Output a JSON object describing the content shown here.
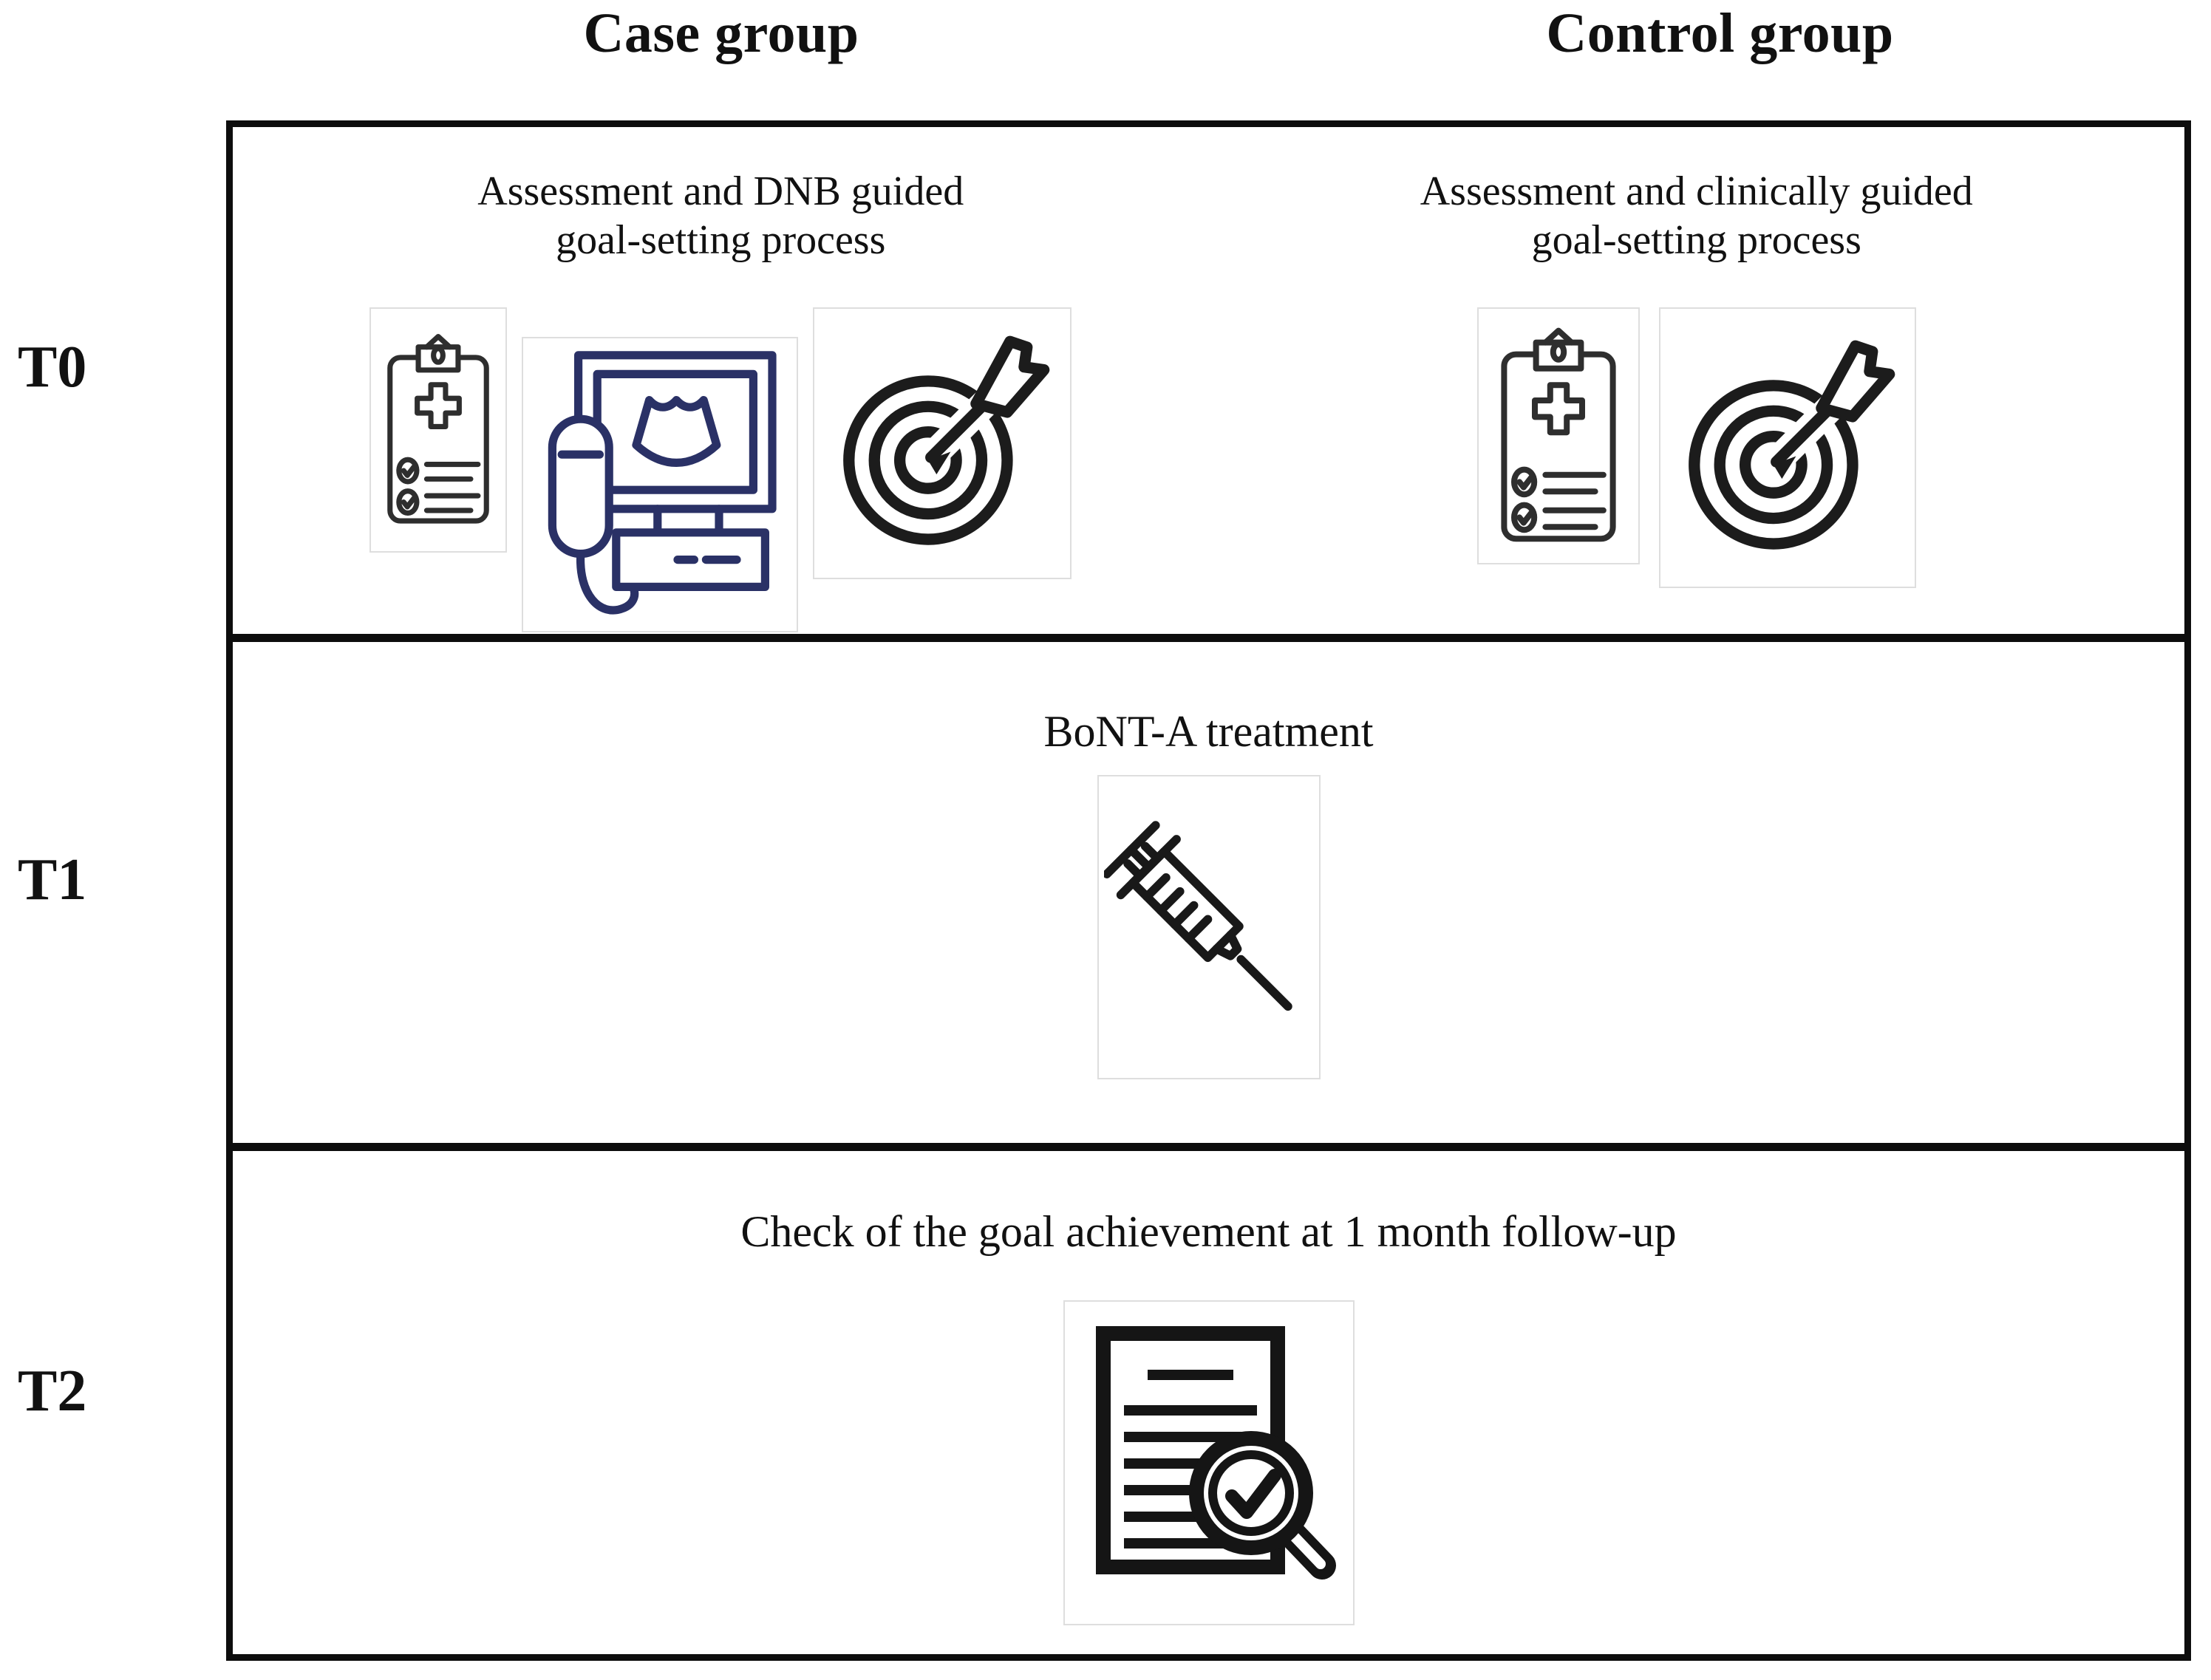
{
  "figure": {
    "headers": {
      "case": "Case group",
      "control": "Control group"
    },
    "timepoints": [
      {
        "label": "T0",
        "case": {
          "caption_line1": "Assessment and DNB guided",
          "caption_line2": "goal-setting process",
          "icons": [
            "medical-checklist",
            "ultrasound-scanner",
            "goal-target-arrow"
          ]
        },
        "control": {
          "caption_line1": "Assessment and clinically guided",
          "caption_line2": "goal-setting process",
          "icons": [
            "medical-checklist",
            "goal-target-arrow"
          ]
        }
      },
      {
        "label": "T1",
        "caption": "BoNT-A treatment",
        "icons": [
          "syringe"
        ]
      },
      {
        "label": "T2",
        "caption": "Check of the goal achievement at 1 month follow-up",
        "icons": [
          "document-check-magnifier"
        ]
      }
    ],
    "colors": {
      "table_line": "#0d0d0d",
      "icon_dark": "#1c1c1c",
      "icon_clipboard": "#2e2e2e",
      "icon_navy": "#2a3166",
      "icon_box_border": "#dedede"
    }
  }
}
